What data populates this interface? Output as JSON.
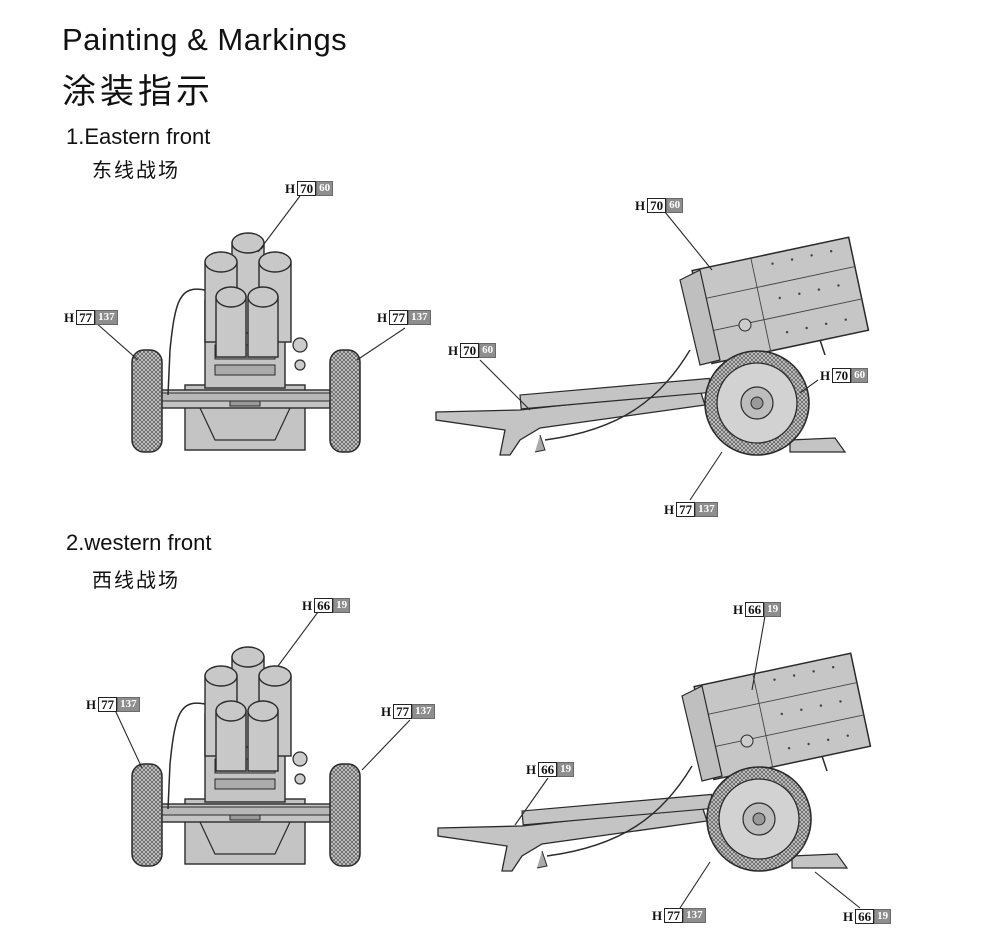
{
  "header": {
    "title_en": "Painting & Markings",
    "title_zh": "涂装指示"
  },
  "sections": [
    {
      "title_en": "1.Eastern front",
      "title_zh": "东线战场"
    },
    {
      "title_en": "2.western front",
      "title_zh": "西线战场"
    }
  ],
  "codes": {
    "c1": {
      "prefix": "H",
      "a": "70",
      "b": "60"
    },
    "c2": {
      "prefix": "H",
      "a": "77",
      "b": "137"
    },
    "c3": {
      "prefix": "H",
      "a": "77",
      "b": "137"
    },
    "c4": {
      "prefix": "H",
      "a": "70",
      "b": "60"
    },
    "c5": {
      "prefix": "H",
      "a": "70",
      "b": "60"
    },
    "c6": {
      "prefix": "H",
      "a": "70",
      "b": "60"
    },
    "c7": {
      "prefix": "H",
      "a": "77",
      "b": "137"
    },
    "c8": {
      "prefix": "H",
      "a": "66",
      "b": "19"
    },
    "c9": {
      "prefix": "H",
      "a": "77",
      "b": "137"
    },
    "c10": {
      "prefix": "H",
      "a": "77",
      "b": "137"
    },
    "c11": {
      "prefix": "H",
      "a": "66",
      "b": "19"
    },
    "c12": {
      "prefix": "H",
      "a": "66",
      "b": "19"
    },
    "c13": {
      "prefix": "H",
      "a": "77",
      "b": "137"
    },
    "c14": {
      "prefix": "H",
      "a": "66",
      "b": "19"
    }
  },
  "colors": {
    "body_gray": "#c4c4c4",
    "dark_line": "#2a2a2a",
    "tire": "#bdbdbd",
    "code_box_gray": "#8e8e8e"
  }
}
